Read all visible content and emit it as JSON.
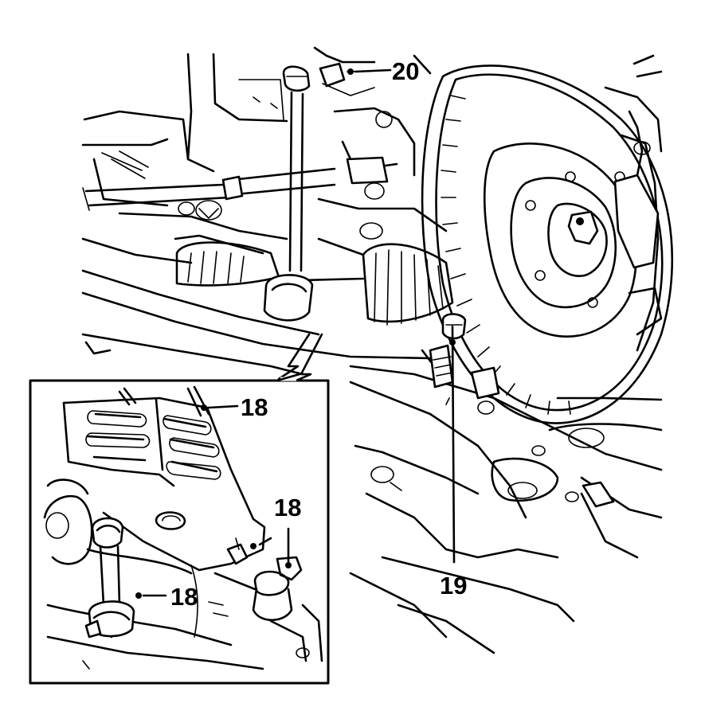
{
  "callouts": {
    "c20": "20",
    "c19": "19",
    "c18_top": "18",
    "c18_mid": "18",
    "c18_bottom": "18"
  }
}
